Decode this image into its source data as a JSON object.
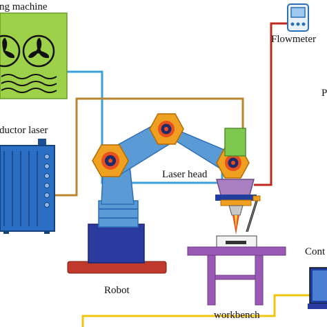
{
  "labels": {
    "cooling_machine": "ng machine",
    "semiconductor_laser": "ductor laser",
    "flowmeter": "Flowmeter",
    "right_edge_letter": "P",
    "laser_head": "Laser head",
    "robot": "Robot",
    "controller": "Cont",
    "workbench": "workbench"
  },
  "colors": {
    "cooling_machine_fill": "#9ed14a",
    "laser_unit_fill": "#2a6fc4",
    "arm_fill": "#5b9bd5",
    "robot_base": "#2b3a9e",
    "robot_foot": "#c0392b",
    "joint": "#f0a020",
    "laser_head_body": "#a97fc1",
    "gas_nozzle_fill": "#7ec850",
    "laser_beam": "#e8501e",
    "workbench_fill": "#9b59b6",
    "wire_water": "#3aa0d8",
    "wire_power": "#b8862e",
    "wire_gas": "#c0281e",
    "wire_control": "#f1c40f"
  }
}
